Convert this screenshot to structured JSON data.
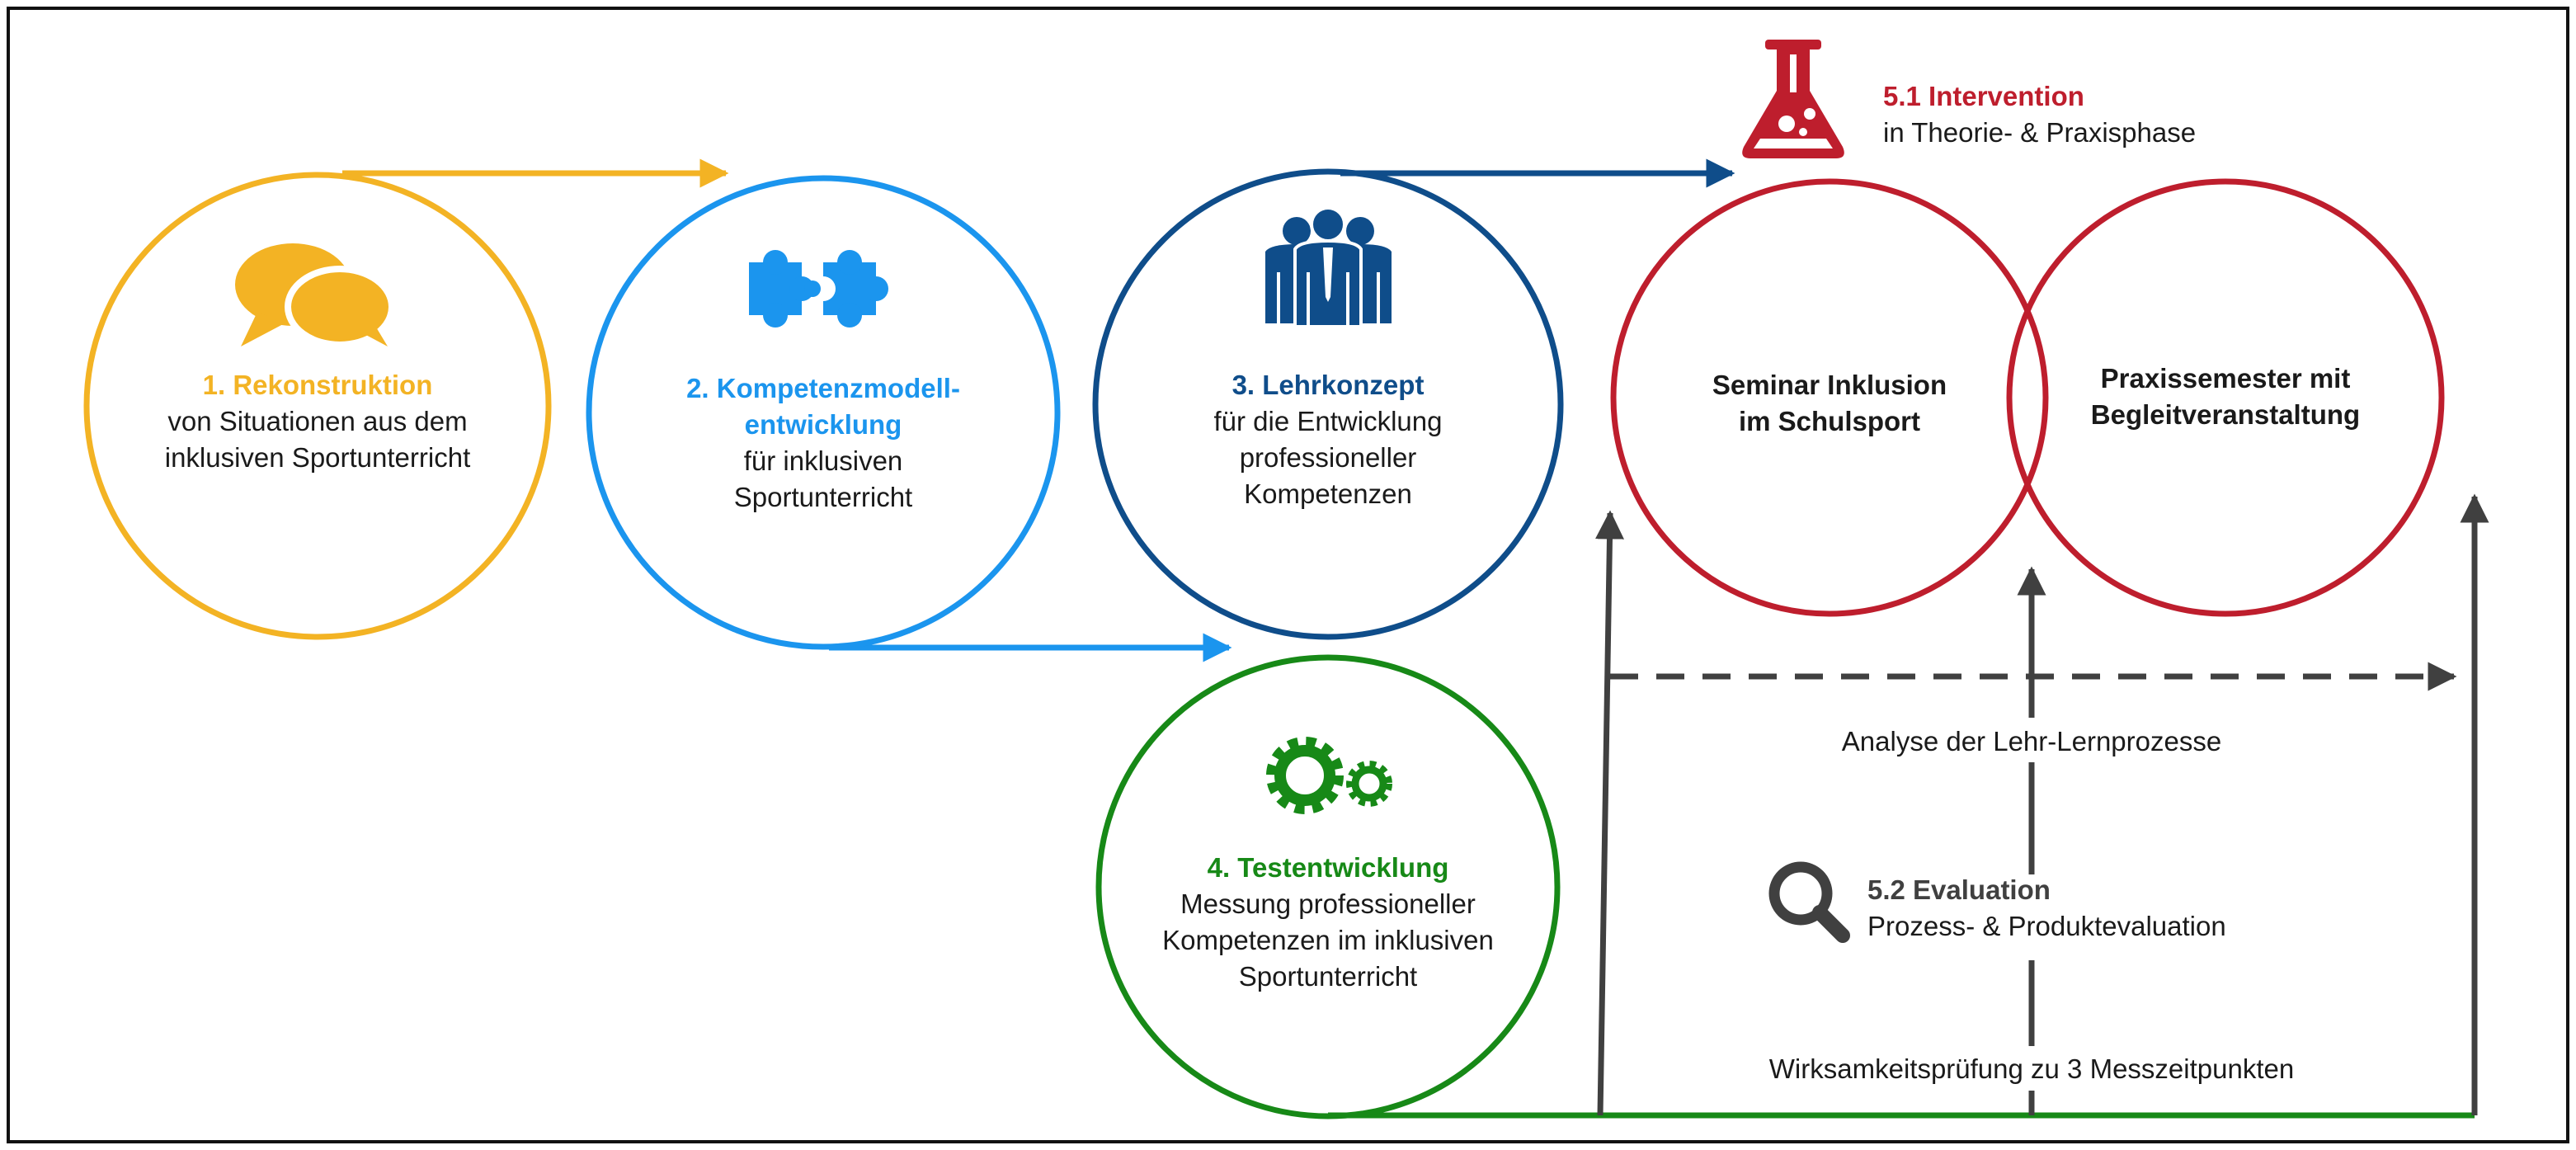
{
  "colors": {
    "yellow": "#F3B324",
    "light_blue": "#1B95EE",
    "dark_blue": "#0F4D8A",
    "green": "#178917",
    "red": "#BE1E2D",
    "dark_gray": "#404040",
    "frame": "#111111"
  },
  "step1": {
    "title": "1. Rekonstruktion",
    "line1": "von Situationen aus dem",
    "line2": "inklusiven Sportunterricht",
    "icon": "speech-bubbles-icon"
  },
  "step2": {
    "title1": "2. Kompetenzmodell-",
    "title2": "entwicklung",
    "line1": "für inklusiven",
    "line2": "Sportunterricht",
    "icon": "puzzle-pieces-icon"
  },
  "step3": {
    "title": "3. Lehrkonzept",
    "line1": "für die Entwicklung",
    "line2": "professioneller",
    "line3": "Kompetenzen",
    "icon": "team-people-icon"
  },
  "step4": {
    "title": "4. Testentwicklung",
    "line1": "Messung professioneller",
    "line2": "Kompetenzen im inklusiven",
    "line3": "Sportunterricht",
    "icon": "gears-icon"
  },
  "intervention": {
    "title": "5.1 Intervention",
    "subtitle": "in Theorie- & Praxisphase",
    "icon": "flask-icon",
    "circle1_line1": "Seminar Inklusion",
    "circle1_line2": "im Schulsport",
    "circle2_line1": "Praxissemester mit",
    "circle2_line2": "Begleitveranstaltung"
  },
  "evaluation": {
    "analysis_label": "Analyse der Lehr-Lernprozesse",
    "title": "5.2 Evaluation",
    "subtitle": "Prozess- & Produktevaluation",
    "icon": "magnifier-icon",
    "measure_label": "Wirksamkeitsprüfung zu 3 Messzeitpunkten"
  }
}
